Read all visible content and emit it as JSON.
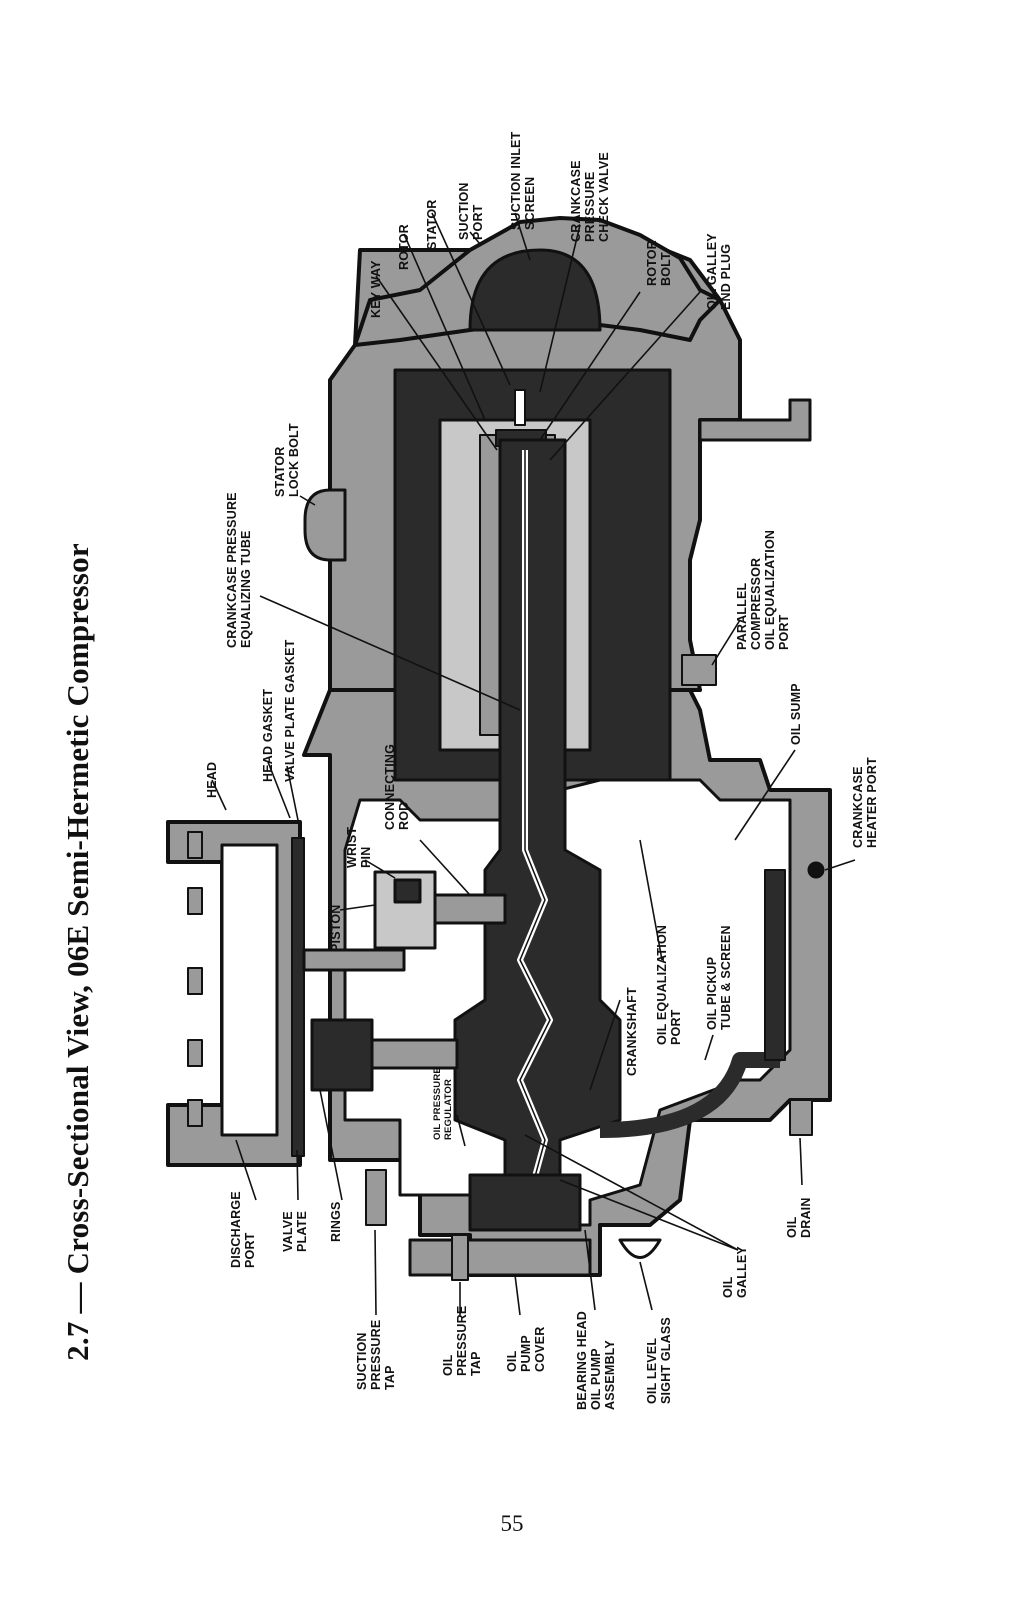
{
  "title": "2.7 — Cross-Sectional View, 06E Semi-Hermetic Compressor",
  "page_number": "55",
  "labels": {
    "discharge_port": [
      "DISCHARGE",
      "PORT"
    ],
    "valve_plate": [
      "VALVE",
      "PLATE"
    ],
    "rings": [
      "RINGS"
    ],
    "suction_pressure_tap": [
      "SUCTION",
      "PRESSURE",
      "TAP"
    ],
    "oil_pressure_tap": [
      "OIL",
      "PRESSURE",
      "TAP"
    ],
    "oil_pump_cover": [
      "OIL",
      "PUMP",
      "COVER"
    ],
    "bearing_head": [
      "BEARING HEAD",
      "OIL PUMP",
      "ASSEMBLY"
    ],
    "oil_level_sight_glass": [
      "OIL LEVEL",
      "SIGHT GLASS"
    ],
    "oil_galley": [
      "OIL",
      "GALLEY"
    ],
    "oil_drain": [
      "OIL",
      "DRAIN"
    ],
    "oil_pressure_regulator": [
      "OIL PRESSURE",
      "REGULATOR"
    ],
    "crankshaft": [
      "CRANKSHAFT"
    ],
    "oil_pickup": [
      "OIL PICKUP",
      "TUBE & SCREEN"
    ],
    "oil_equalization_port": [
      "OIL EQUALIZATION",
      "PORT"
    ],
    "oil_sump": [
      "OIL SUMP"
    ],
    "crankcase_heater_port": [
      "CRANKCASE",
      "HEATER PORT"
    ],
    "parallel_compressor": [
      "PARALLEL",
      "COMPRESSOR",
      "OIL EQUALIZATION",
      "PORT"
    ],
    "head": [
      "HEAD"
    ],
    "head_gasket": [
      "HEAD GASKET"
    ],
    "valve_plate_gasket": [
      "VALVE PLATE GASKET"
    ],
    "connecting_rod": [
      "CONNECTING",
      "ROD"
    ],
    "wrist_pin": [
      "WRIST",
      "PIN"
    ],
    "piston": [
      "PISTON"
    ],
    "crankcase_equalizing_tube": [
      "CRANKCASE PRESSURE",
      "EQUALIZING TUBE"
    ],
    "stator_lock_bolt": [
      "STATOR",
      "LOCK BOLT"
    ],
    "key_way": [
      "KEY WAY"
    ],
    "rotor": [
      "ROTOR"
    ],
    "stator": [
      "STATOR"
    ],
    "suction_port": [
      "SUCTION",
      "PORT"
    ],
    "suction_inlet_screen": [
      "SUCTION INLET",
      "SCREEN"
    ],
    "crankcase_check_valve": [
      "CRANKCASE",
      "PRESSURE",
      "CHECK VALVE"
    ],
    "rotor_bolt": [
      "ROTOR",
      "BOLT"
    ],
    "oil_galley_end_plug": [
      "OIL GALLEY",
      "END PLUG"
    ]
  },
  "colors": {
    "casing": "#9a9a9a",
    "dark": "#2b2b2b",
    "line": "#111111",
    "light": "#c8c8c8"
  }
}
